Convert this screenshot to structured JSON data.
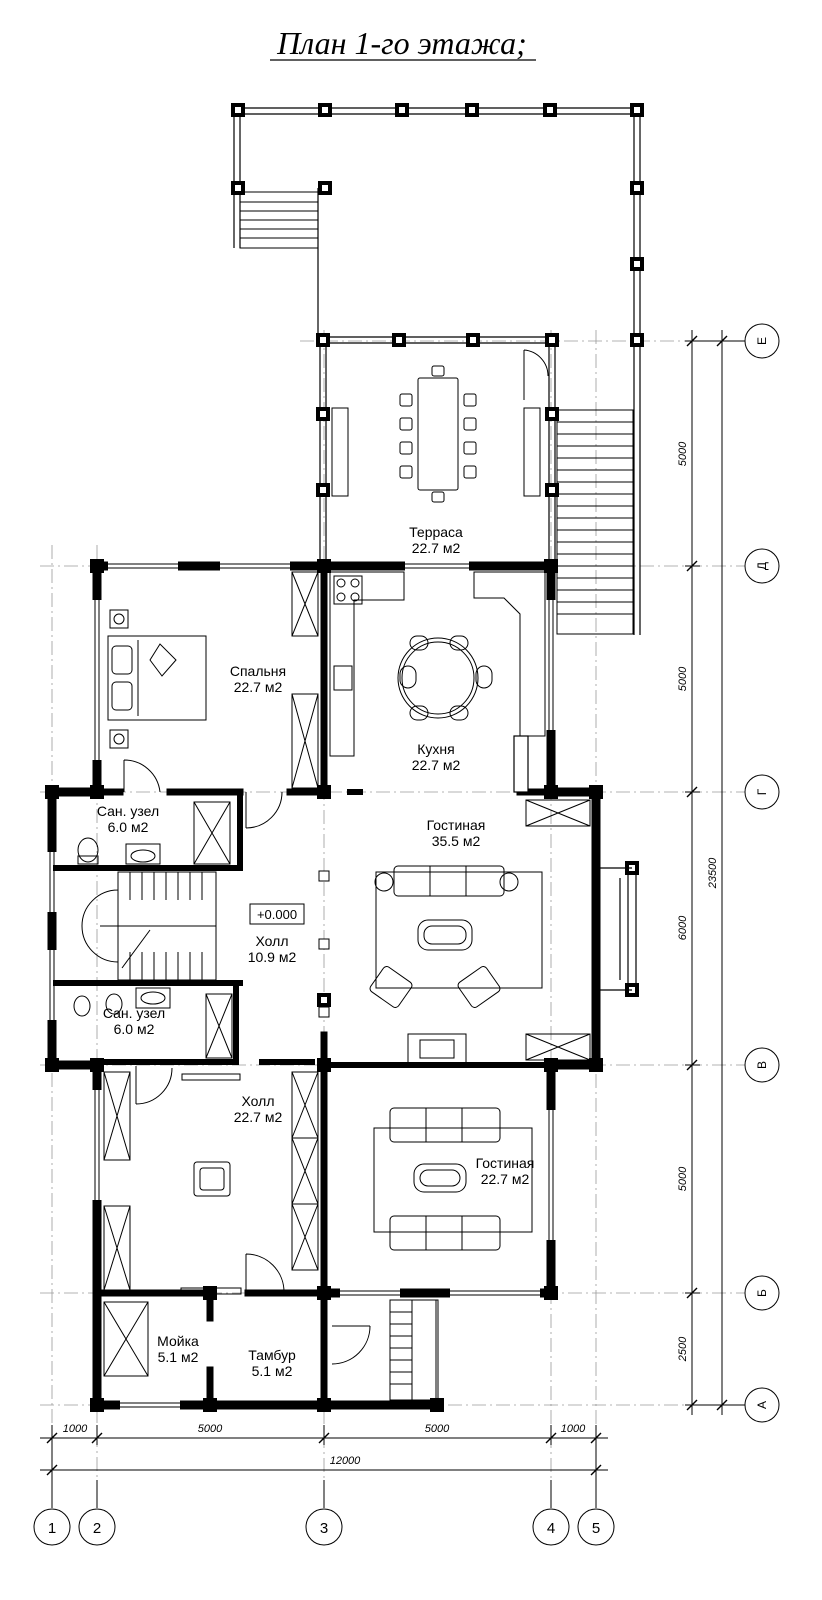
{
  "title": "План 1-го этажа;",
  "rooms": {
    "terrace": {
      "name": "Терраса",
      "area": "22.7 м2"
    },
    "bedroom": {
      "name": "Спальня",
      "area": "22.7 м2"
    },
    "kitchen": {
      "name": "Кухня",
      "area": "22.7 м2"
    },
    "bath1": {
      "name": "Сан. узел",
      "area": "6.0 м2"
    },
    "living1": {
      "name": "Гостиная",
      "area": "35.5 м2"
    },
    "hall1": {
      "name": "Холл",
      "area": "10.9 м2"
    },
    "bath2": {
      "name": "Сан. узел",
      "area": "6.0 м2"
    },
    "hall2": {
      "name": "Холл",
      "area": "22.7 м2"
    },
    "living2": {
      "name": "Гостиная",
      "area": "22.7 м2"
    },
    "sink": {
      "name": "Мойка",
      "area": "5.1 м2"
    },
    "vestibule": {
      "name": "Тамбур",
      "area": "5.1 м2"
    }
  },
  "level_mark": "+0.000",
  "dims_bottom": {
    "d1": "1000",
    "d2": "5000",
    "d3": "5000",
    "d4": "1000",
    "total": "12000"
  },
  "dims_right": {
    "d_ed": "5000",
    "d_dg": "5000",
    "d_gv": "6000",
    "d_vb": "5000",
    "d_ba": "2500",
    "total": "23500"
  },
  "axes_bottom": [
    "1",
    "2",
    "3",
    "4",
    "5"
  ],
  "axes_right": [
    "Е",
    "Д",
    "Г",
    "В",
    "Б",
    "А"
  ]
}
